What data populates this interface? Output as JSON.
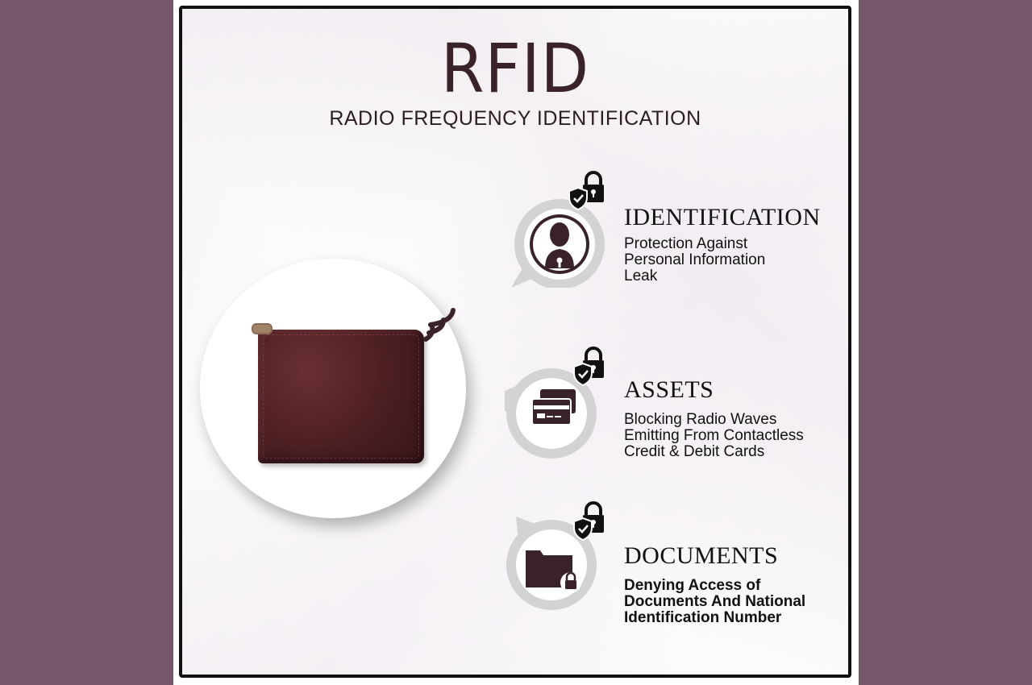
{
  "header": {
    "title": "RFID",
    "subtitle": "RADIO FREQUENCY IDENTIFICATION"
  },
  "colors": {
    "outer_background": "#76566a",
    "accent_dark": "#3a2229",
    "bubble_gray": "#d3d3d3"
  },
  "features": [
    {
      "icon": "person-keyhole-icon",
      "title": "IDENTIFICATION",
      "description": "Protection Against\nPersonal Information\nLeak"
    },
    {
      "icon": "credit-cards-icon",
      "title": "ASSETS",
      "description": "Blocking Radio Waves\nEmitting From Contactless\nCredit & Debit Cards"
    },
    {
      "icon": "locked-folder-icon",
      "title": "DOCUMENTS",
      "description": "Denying Access of\nDocuments And National\nIdentification Number"
    }
  ]
}
